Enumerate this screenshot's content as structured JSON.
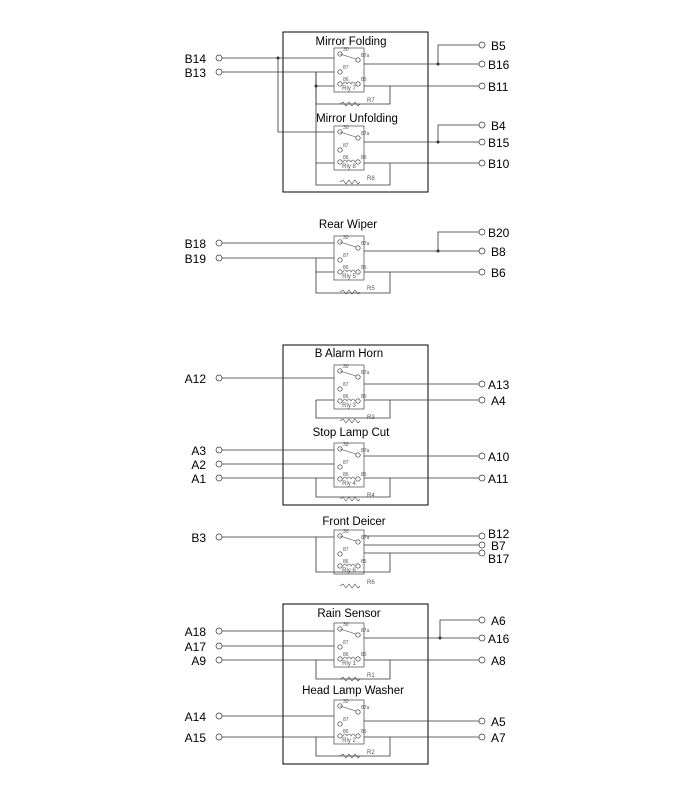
{
  "groups": [
    {
      "label": "Mirror Folding",
      "boxed": true
    },
    {
      "label": "Mirror Unfolding",
      "boxed": false
    },
    {
      "label": "Rear Wiper",
      "boxed": false
    },
    {
      "label": "B Alarm Horn",
      "boxed": true
    },
    {
      "label": "Stop Lamp Cut",
      "boxed": false
    },
    {
      "label": "Front Deicer",
      "boxed": false
    },
    {
      "label": "Rain Sensor",
      "boxed": true
    },
    {
      "label": "Head Lamp Washer",
      "boxed": false
    }
  ],
  "relays": [
    {
      "label": "Rly 7",
      "resistor": "R7"
    },
    {
      "label": "Rly 8",
      "resistor": "R8"
    },
    {
      "label": "Rly 5",
      "resistor": "R5"
    },
    {
      "label": "Rly 3",
      "resistor": "R3"
    },
    {
      "label": "Rly 4",
      "resistor": "R4"
    },
    {
      "label": "Rly 6",
      "resistor": "R6"
    },
    {
      "label": "Rly 1",
      "resistor": "R1"
    },
    {
      "label": "Rly 2",
      "resistor": "R2"
    }
  ],
  "terminal_codes": [
    "30",
    "87a",
    "87",
    "86",
    "85"
  ],
  "left_pins": [
    "B14",
    "B13",
    "B18",
    "B19",
    "A12",
    "A3",
    "A2",
    "A1",
    "B3",
    "A18",
    "A17",
    "A9",
    "A14",
    "A15"
  ],
  "right_pins": [
    "B5",
    "B16",
    "B11",
    "B4",
    "B15",
    "B10",
    "B20",
    "B8",
    "B6",
    "A13",
    "A4",
    "A10",
    "A11",
    "B12",
    "B7",
    "B17",
    "A6",
    "A16",
    "A8",
    "A5",
    "A7"
  ]
}
